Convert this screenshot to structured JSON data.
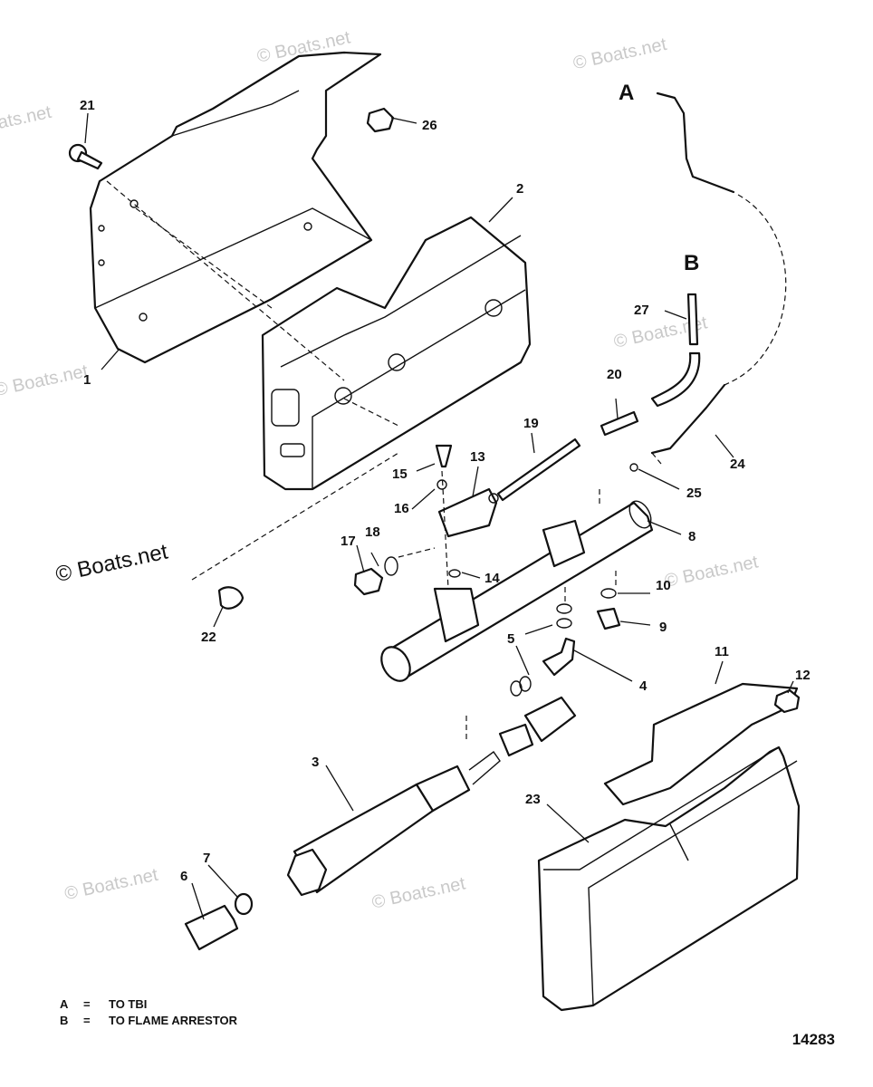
{
  "watermark": "© Boats.net",
  "figure_number": "14283",
  "section_labels": {
    "a": "A",
    "b": "B"
  },
  "legend": [
    {
      "key": "A",
      "eq": "=",
      "text": "TO TBI"
    },
    {
      "key": "B",
      "eq": "=",
      "text": "TO FLAME ARRESTOR"
    }
  ],
  "callouts": {
    "c1": "1",
    "c2": "2",
    "c3": "3",
    "c4": "4",
    "c5": "5",
    "c6": "6",
    "c7": "7",
    "c8": "8",
    "c9": "9",
    "c10": "10",
    "c11": "11",
    "c12": "12",
    "c13": "13",
    "c14": "14",
    "c15": "15",
    "c16": "16",
    "c17": "17",
    "c18": "18",
    "c19": "19",
    "c20": "20",
    "c21": "21",
    "c22": "22",
    "c23": "23",
    "c24": "24",
    "c25": "25",
    "c26": "26",
    "c27": "27"
  }
}
